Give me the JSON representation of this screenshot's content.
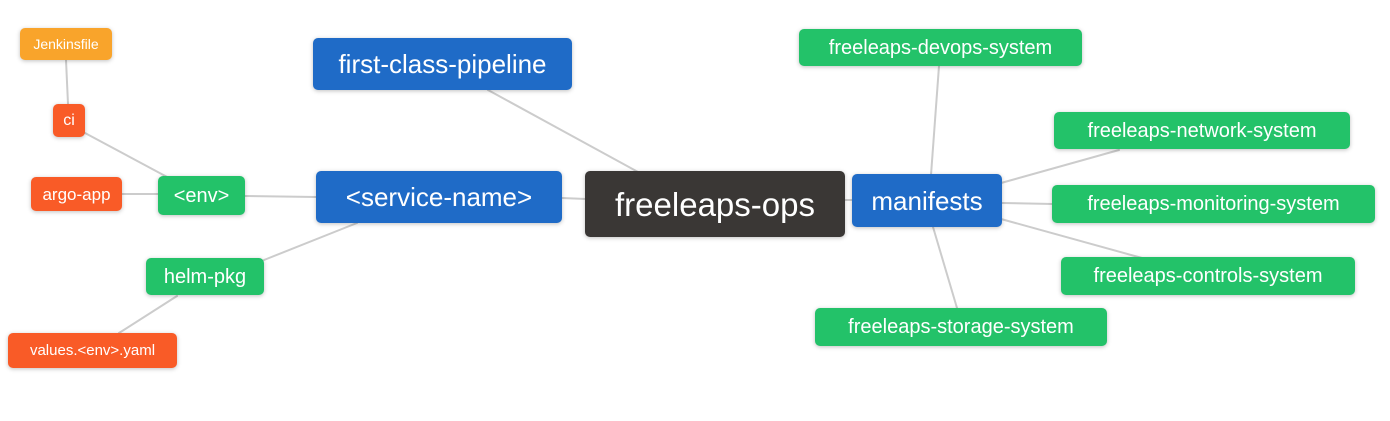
{
  "canvas": {
    "background": "#FFFFFF"
  },
  "colors": {
    "root_node": "#3A3735",
    "primary_node": "#1F6BC7",
    "secondary_node": "#23C269",
    "tertiary_node": "#F95B27",
    "quaternary_node": "#F9A42B",
    "edge": "#CCCCCC",
    "node_text": "#FFFFFF"
  },
  "nodes": {
    "freeleaps_ops": {
      "label": "freeleaps-ops",
      "level": "root"
    },
    "first_class_pipeline": {
      "label": "first-class-pipeline",
      "level": "primary"
    },
    "service_name": {
      "label": "<service-name>",
      "level": "primary"
    },
    "manifests": {
      "label": "manifests",
      "level": "primary"
    },
    "env": {
      "label": "<env>",
      "level": "secondary"
    },
    "helm_pkg": {
      "label": "helm-pkg",
      "level": "secondary"
    },
    "devops_system": {
      "label": "freeleaps-devops-system",
      "level": "secondary"
    },
    "network_system": {
      "label": "freeleaps-network-system",
      "level": "secondary"
    },
    "monitoring_system": {
      "label": "freeleaps-monitoring-system",
      "level": "secondary"
    },
    "controls_system": {
      "label": "freeleaps-controls-system",
      "level": "secondary"
    },
    "storage_system": {
      "label": "freeleaps-storage-system",
      "level": "secondary"
    },
    "ci": {
      "label": "ci",
      "level": "tertiary"
    },
    "argo_app": {
      "label": "argo-app",
      "level": "tertiary"
    },
    "jenkinsfile": {
      "label": "Jenkinsfile",
      "level": "quaternary"
    },
    "values_env_yaml": {
      "label": "values.<env>.yaml",
      "level": "quaternary"
    }
  },
  "edges": [
    [
      "jenkinsfile",
      "ci"
    ],
    [
      "ci",
      "env"
    ],
    [
      "argo_app",
      "env"
    ],
    [
      "env",
      "service_name"
    ],
    [
      "helm_pkg",
      "service_name"
    ],
    [
      "values_env_yaml",
      "helm_pkg"
    ],
    [
      "first_class_pipeline",
      "freeleaps_ops"
    ],
    [
      "service_name",
      "freeleaps_ops"
    ],
    [
      "freeleaps_ops",
      "manifests"
    ],
    [
      "manifests",
      "devops_system"
    ],
    [
      "manifests",
      "network_system"
    ],
    [
      "manifests",
      "monitoring_system"
    ],
    [
      "manifests",
      "controls_system"
    ],
    [
      "manifests",
      "storage_system"
    ]
  ]
}
